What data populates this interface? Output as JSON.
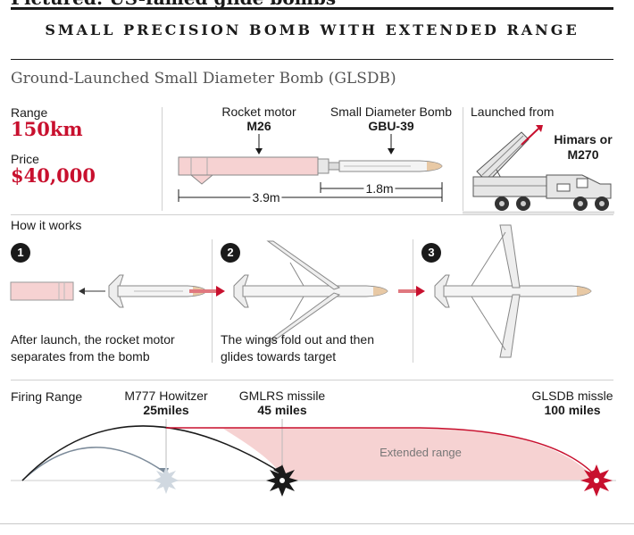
{
  "cut_title": "Pictured: US-famed glide bombs",
  "title": "SMALL PRECISION BOMB WITH EXTENDED RANGE",
  "subtitle": "Ground-Launched Small Diameter Bomb (GLSDB)",
  "specs": {
    "range_label": "Range",
    "range_value": "150km",
    "price_label": "Price",
    "price_value": "$40,000"
  },
  "diagram": {
    "rocket_motor_label": "Rocket motor",
    "rocket_motor_code": "M26",
    "bomb_label": "Small Diameter Bomb",
    "bomb_code": "GBU-39",
    "total_length": "3.9m",
    "bomb_length": "1.8m",
    "launched_from_label": "Launched from",
    "launcher": "Himars or M270"
  },
  "how_it_works": {
    "heading": "How it works",
    "steps": [
      {
        "number": "1",
        "caption": "After launch, the rocket motor separates from the bomb"
      },
      {
        "number": "2",
        "caption": "The wings fold out and then glides towards target"
      },
      {
        "number": "3",
        "caption": ""
      }
    ]
  },
  "firing_range": {
    "heading": "Firing Range",
    "weapons": [
      {
        "name": "M777 Howitzer",
        "range": "25miles",
        "range_miles": 25
      },
      {
        "name": "GMLRS missile",
        "range": "45 miles",
        "range_miles": 45
      },
      {
        "name": "GLSDB missle",
        "range": "100 miles",
        "range_miles": 100
      }
    ],
    "extended_label": "Extended range"
  },
  "colors": {
    "accent": "#c8102e",
    "fill": "#f6d2d2",
    "ink": "#1a1a1a"
  }
}
